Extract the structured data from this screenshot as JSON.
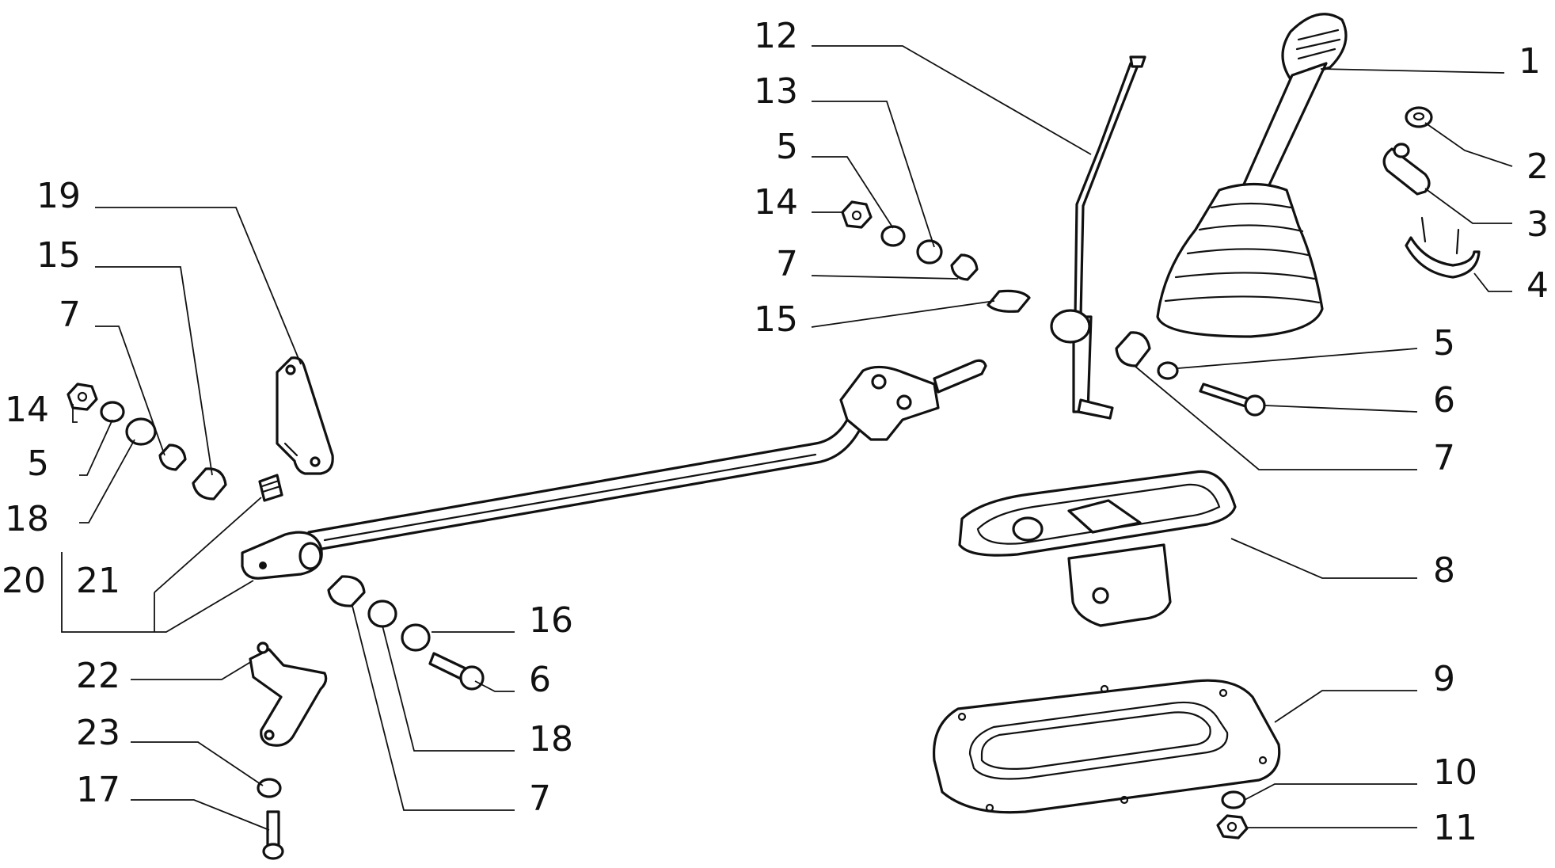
{
  "diagram": {
    "callouts": [
      "12",
      "13",
      "5",
      "14",
      "7",
      "15",
      "19",
      "15",
      "7",
      "14",
      "5",
      "18",
      "20",
      "21",
      "22",
      "23",
      "17",
      "16",
      "6",
      "18",
      "7",
      "1",
      "2",
      "3",
      "4",
      "5",
      "6",
      "7",
      "8",
      "9",
      "10",
      "11"
    ]
  },
  "colors": {
    "ink": "#111111",
    "paper": "#ffffff"
  }
}
